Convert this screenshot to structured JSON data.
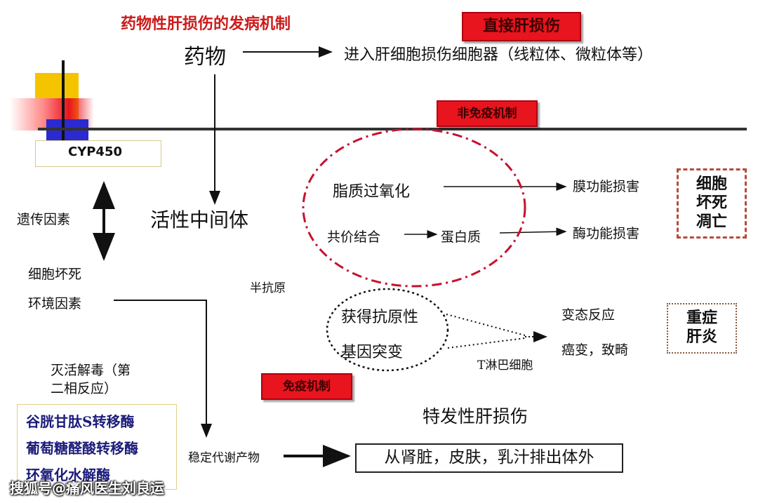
{
  "title": "药物性肝损伤的发病机制",
  "tags": {
    "direct": "直接肝损伤",
    "non_immune": "非免疫机制",
    "immune": "免疫机制"
  },
  "nodes": {
    "drug": "药物",
    "enter_cells": "进入肝细胞损伤细胞器（线粒体、微粒体等）",
    "cyp450": "CYP450",
    "genetic": "遗传因素",
    "necrosis_env": [
      "细胞坏死",
      "环境因素"
    ],
    "active_intermediate": "活性中间体",
    "lipid": "脂质过氧化",
    "covalent": "共价结合",
    "protein": "蛋白质",
    "membrane_damage": "膜功能损害",
    "enzyme_damage": "酶功能损害",
    "cell_death": [
      "细胞",
      "坏死",
      "凋亡"
    ],
    "hapten": "半抗原",
    "antigenicity": "获得抗原性",
    "mutation": "基因突变",
    "t_cell": "T淋巴细胞",
    "allergy": "变态反应",
    "cancer": "癌变，致畸",
    "severe": [
      "重症",
      "肝炎"
    ],
    "idiosyncratic": "特发性肝损伤",
    "detox": [
      "灭活解毒（第",
      "二相反应）"
    ],
    "enzymes": [
      "谷胱甘肽S转移酶",
      "葡萄糖醛酸转移酶",
      "环氧化水解酶"
    ],
    "stable_metabolite": "稳定代谢产物",
    "excretion": "从肾脏，皮肤，乳汁排出体外"
  },
  "watermark": "搜狐号@痛风医生刘良运",
  "colors": {
    "red": "#e8141e",
    "yellow": "#f5c400",
    "blue": "#2a2ad0",
    "dashed_red": "#c8102e"
  }
}
